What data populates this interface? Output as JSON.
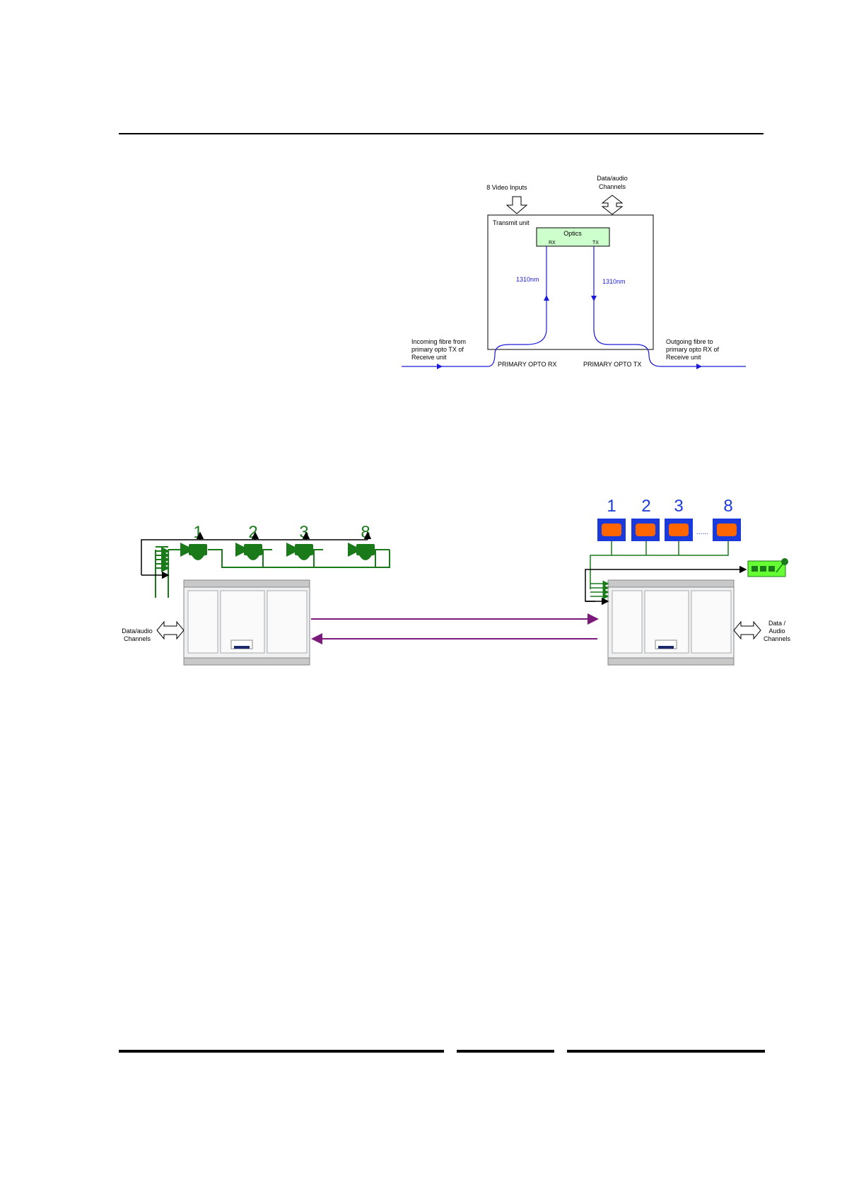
{
  "figure1": {
    "video_inputs_label": "8 Video Inputs",
    "data_audio_label_line1": "Data/audio",
    "data_audio_label_line2": "Channels",
    "transmit_unit_label": "Transmit unit",
    "optics_label": "Optics",
    "rx_label": "RX",
    "tx_label": "TX",
    "wavelength_rx": "1310nm",
    "wavelength_tx": "1310nm",
    "incoming_label_line1": "Incoming fibre from",
    "incoming_label_line2": "primary opto TX of",
    "incoming_label_line3": "Receive unit",
    "outgoing_label_line1": "Outgoing fibre to",
    "outgoing_label_line2": "primary opto RX of",
    "outgoing_label_line3": "Receive unit",
    "primary_opto_rx": "PRIMARY OPTO RX",
    "primary_opto_tx": "PRIMARY OPTO TX",
    "colors": {
      "fibre": "#1a1adc",
      "optics_fill": "#ccffcc"
    }
  },
  "figure2": {
    "camera_numbers": [
      "1",
      "2",
      "3",
      "8"
    ],
    "monitor_numbers": [
      "1",
      "2",
      "3",
      "8"
    ],
    "monitor_ellipsis": "......",
    "left_data_label_line1": "Data/audio",
    "left_data_label_line2": "Channels",
    "right_data_label_line1": "Data /",
    "right_data_label_line2": "Audio",
    "right_data_label_line3": "Channels",
    "colors": {
      "camera": "#1a7a1a",
      "monitor": "#1a3adc",
      "monitor_screen": "#ff6600",
      "fibre": "#7a1a7a",
      "keypad": "#66ff33"
    }
  }
}
